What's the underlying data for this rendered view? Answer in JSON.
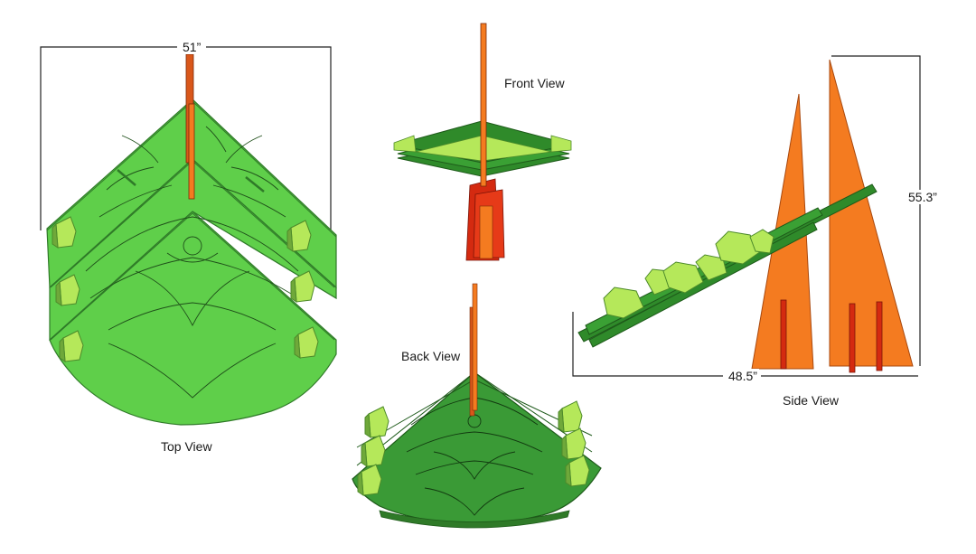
{
  "views": {
    "top": {
      "label": "Top View",
      "width_dim": "51”"
    },
    "front": {
      "label": "Front View"
    },
    "back": {
      "label": "Back View"
    },
    "side": {
      "label": "Side View",
      "height_dim": "55.3”",
      "depth_dim": "48.5”"
    }
  },
  "colors": {
    "panel_green": "#5fcf4a",
    "panel_dark_green": "#2f8a2a",
    "back_green": "#3a9a36",
    "tab_yellow_green": "#b5e85a",
    "post_orange": "#f47b20",
    "post_red": "#d42a10",
    "line": "#222222"
  }
}
